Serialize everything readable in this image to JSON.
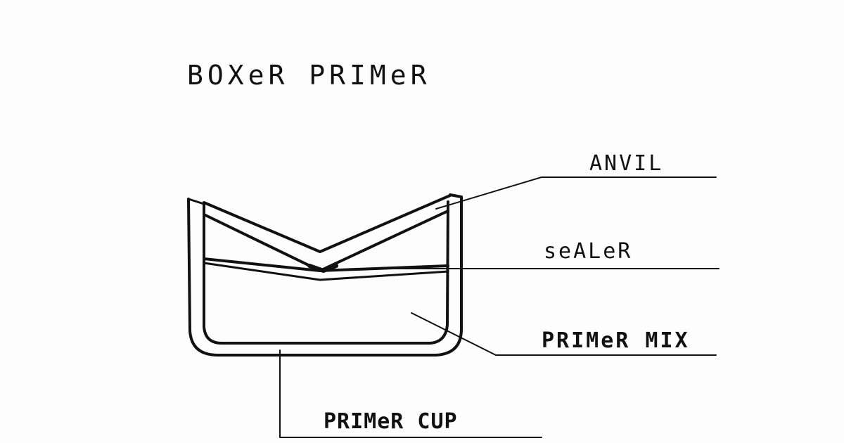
{
  "diagram": {
    "title": "BOXeR PRIMeR",
    "labels": {
      "anvil": "ANVIL",
      "sealer": "seALeR",
      "primer_mix": "PRIMeR MIX",
      "primer_cup": "PRIMeR CUP"
    },
    "ink_color": "#111111",
    "paper_color": "#fdfdfd"
  }
}
